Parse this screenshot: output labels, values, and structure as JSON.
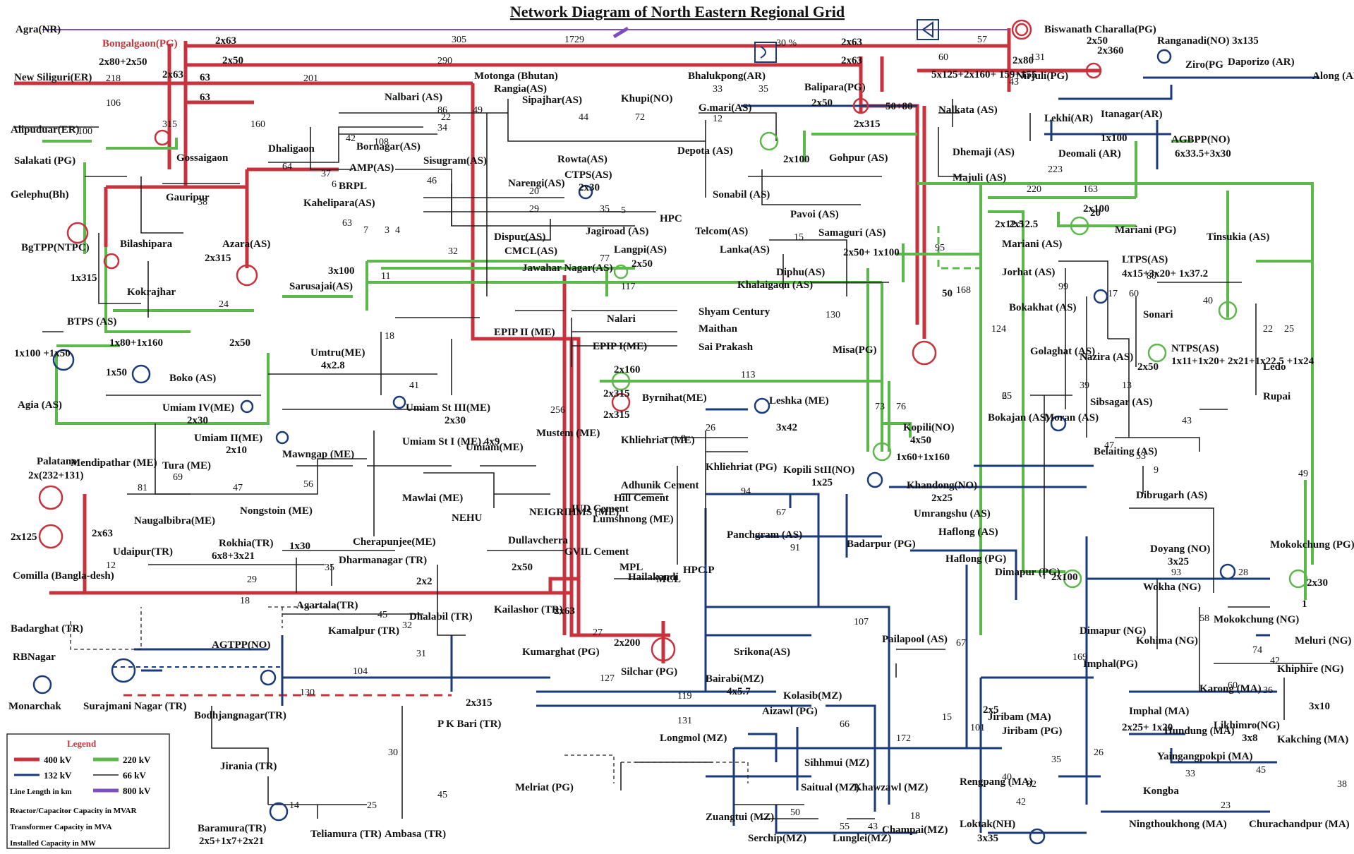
{
  "title": "Network Diagram of North Eastern Regional Grid",
  "colors": {
    "kv400": "#c8323c",
    "kv220": "#5cb84a",
    "kv132": "#1a3a7a",
    "kv66": "#222222",
    "kv800": "#7b4fc0"
  },
  "legend": {
    "heading": "Legend",
    "kv400": "400 kV",
    "kv220": "220 kV",
    "kv132": "132 kV",
    "kv66": "66 kV",
    "kv800": "800 kV",
    "notes": [
      "Line Length in km",
      "Reactor/Capacitor Capacity in MVAR",
      "Transformer Capacity in MVA",
      "Installed Capacity in MW"
    ]
  },
  "labels": {
    "agra": "Agra(NR)",
    "bongaigaon": "Bongalgaon(PG)",
    "bongaigaon_r": "2x80+2x50",
    "new_siliguri": "New Siliguri(ER)",
    "alipurduar": "Alipuduar(ER)",
    "salakati": "Salakati (PG)",
    "gelephu": "Gelephu(Bh)",
    "bgtpp": "BgTPP(NTPC)",
    "btps": "BTPS (AS)",
    "agia": "Agia (AS)",
    "palatana": "Palatana",
    "palatana_cap": "2x(232+131)",
    "comilla": "Comilla (Bangla-desh)",
    "badarghat": "Badarghat (TR)",
    "rbnagar": "RBNagar",
    "monarchak": "Monarchak",
    "surajmani": "Surajmani Nagar (TR)",
    "baramura": "Baramura(TR)",
    "baramura_cap": "2x5+1x7+2x21",
    "teliamura": "Teliamura (TR)",
    "ambasa": "Ambasa (TR)",
    "jirania": "Jirania (TR)",
    "bodhjang": "Bodhjangnagar(TR)",
    "agtpp": "AGTPP(NO)",
    "kamalpur": "Kamalpur (TR)",
    "agartala": "Agartala(TR)",
    "dhalabil": "Dhalabil (TR)",
    "rokhia": "Rokhia(TR)",
    "rokhia_cap": "6x8+3x21",
    "udaipur": "Udaipur(TR)",
    "dharmanagar": "Dharmanagar (TR)",
    "dullavcherra": "Dullavcherra",
    "kailashor": "Kailashor (TR)",
    "kumarghat": "Kumarghat (PG)",
    "pkbari": "P K Bari (TR)",
    "silchar": "Silchar (PG)",
    "hailakandi": "Hailakandi",
    "panchgram": "Panchgram (AS)",
    "badarpur": "Badarpur (PG)",
    "srikona": "Srikona(AS)",
    "bairabi": "Bairabi(MZ)",
    "bairabi_cap": "4x5.7",
    "kolasib": "Kolasib(MZ)",
    "aizawl": "Aizawl (PG)",
    "melriat": "Melriat (PG)",
    "longmol": "Longmol (MZ)",
    "sihhmui": "Sihhmui (MZ)",
    "saitual": "Saitual (MZ)",
    "khawzawl": "Khawzawl (MZ)",
    "zuangtui": "Zuangtui (MZ)",
    "serchip": "Serchip(MZ)",
    "lunglei": "Lunglei(MZ)",
    "champai": "Champai(MZ)",
    "jiribam_ma": "Jiribam (MA)",
    "jiribam_pg": "Jiribam (PG)",
    "rengpang": "Rengpang (MA)",
    "loktak": "Loktak(NH)",
    "loktak_cap": "3x35",
    "pailapool": "Pailapool (AS)",
    "dimapur_pg": "Dimapur (PG)",
    "dimapur_ng": "Dimapur (NG)",
    "imphal_pg": "Imphal(PG)",
    "imphal_ma": "Imphal (MA)",
    "hundung": "Hundung (MA)",
    "yaingangpokpi": "Yaingangpokpi (MA)",
    "kongba": "Kongba",
    "ningthoukhong": "Ningthoukhong (MA)",
    "churachandpur": "Churachandpur (MA)",
    "karong": "Karong (MA)",
    "kohima": "Kohima (NG)",
    "wokha": "Wokha (NG)",
    "doyang": "Doyang (NO)",
    "doyang_cap": "3x25",
    "mokokchung_ng": "Mokokchung (NG)",
    "mokokchung_pg": "Mokokchung (PG)",
    "meluri": "Meluri (NG)",
    "kiphire": "Khiphire (NG)",
    "likhimro": "Likhimro(NG)",
    "likhimro_cap": "3x8",
    "kakching": "Kakching (MA)",
    "haflong_as": "Haflong (AS)",
    "haflong_pg": "Haflong (PG)",
    "umrangshu": "Umrangshu (AS)",
    "khandong": "Khandong(NO)",
    "khandong_cap": "2x25",
    "kopili_st2": "Kopili StII(NO)",
    "kopili_st2_cap": "1x25",
    "kopili": "Kopili(NO)",
    "kopili_cap": "4x50",
    "leshka": "Leshka (ME)",
    "leshka_cap": "3x42",
    "khliehriat_pg": "Khliehriat (PG)",
    "khliehriat_me": "Khliehriat (ME)",
    "lumshnong": "Lumshnong (ME)",
    "mcl": "MCL",
    "hpcp": "HPC.P",
    "mpl": "MPL",
    "gvil": "GVIL Cement",
    "jud": "JUD Cement",
    "hill_cement": "Hill Cement",
    "adhunik": "Adhunik Cement",
    "byrnihat": "Byrnihat(ME)",
    "epip1": "EPIP I(ME)",
    "epip2": "EPIP II (ME)",
    "nalari": "Nalari",
    "shyam": "Shyam Century",
    "maithan": "Maithan",
    "sai": "Sai Prakash",
    "mustem": "Mustem (ME)",
    "neigrihms": "NEIGRIHMS (ME)",
    "nehu": "NEHU",
    "umiam": "Umiam(ME)",
    "mawlai": "Mawlai (ME)",
    "cherrapunjee": "Cherapunjee(ME)",
    "umiam_st1": "Umiam St I (ME) 4x9",
    "umiam_st3": "Umiam St III(ME)",
    "umiam_st3_cap": "2x30",
    "umiam_st4": "Umiam IV(ME)",
    "umiam_st4_cap": "2x30",
    "umiam_st2": "Umiam II(ME)",
    "umiam_st2_cap": "2x10",
    "umtru": "Umtru(ME)",
    "umtru_cap": "4x2.8",
    "mawngap": "Mawngap (ME)",
    "nongstoin": "Nongstoin (ME)",
    "mendipathar": "Mendipathar (ME)",
    "tura": "Tura (ME)",
    "nangalbibra": "Naugalbibra(ME)",
    "boko": "Boko (AS)",
    "kokrajhar": "Kokrajhar",
    "bilashipara": "Bilashipara",
    "gauripur": "Gauripur",
    "gossaigaon": "Gossaigaon",
    "dhaligaon": "Dhaligaon",
    "bornagar": "Bornagar(AS)",
    "amp": "AMP(AS)",
    "brpl": "BRPL",
    "nalbari": "Nalbari (AS)",
    "kahelipara": "Kahelipara(AS)",
    "azara": "Azara(AS)",
    "azara_cap": "2x315",
    "sarusajai": "Sarusajai(AS)",
    "jawahar": "Jawahar Nagar(AS)",
    "sisugram": "Sisugram(AS)",
    "rangia": "Rangia(AS)",
    "motonga": "Motonga (Bhutan)",
    "sipajhar": "Sipajhar(AS)",
    "rowta": "Rowta(AS)",
    "ctps": "CTPS(AS)",
    "ctps_cap": "2x30",
    "narengi": "Narengi(AS)",
    "dispur": "Dispur(AS)",
    "cmcl": "CMCL(AS)",
    "jagiroad": "Jagiroad (AS)",
    "hpc": "HPC",
    "langpi": "Langpi(AS)",
    "langpi_cap": "2x50",
    "depota": "Depota (AS)",
    "sonabil": "Sonabil (AS)",
    "gmari": "G.mari(AS)",
    "bhalukpong": "Bhalukpong(AR)",
    "khupi": "Khupi(NO)",
    "balipara": "Balipara(PG)",
    "gohpur": "Gohpur (AS)",
    "pavoi": "Pavoi (AS)",
    "telcom": "Telcom(AS)",
    "lanka": "Lanka(AS)",
    "samaguri": "Samaguri (AS)",
    "diphu": "Diphu(AS)",
    "khalaigaon": "Khalaigaon (AS)",
    "misa": "Misa(PG)",
    "nalkata": "Nalkata (AS)",
    "dhemaji": "Dhemaji (AS)",
    "majuli": "Majuli (AS)",
    "nirjuli": "Nirjuli(PG)",
    "lekhi": "Lekhi(AR)",
    "itanagar": "Itanagar(AR)",
    "ranganadi": "Ranganadi(NO) 3x135",
    "ziro": "Ziro(PG",
    "daporizo": "Daporizo (AR)",
    "along": "Along (AR)",
    "biswanath": "Biswanath Charalla(PG)",
    "deomali": "Deomali (AR)",
    "agbpp": "AGBPP(NO)",
    "agbpp_cap": "6x33.5+3x30",
    "mariani_pg": "Mariani (PG)",
    "mariani_as": "Mariani (AS)",
    "jorhat": "Jorhat (AS)",
    "bokakhat": "Bokakhat (AS)",
    "golaghat": "Golaghat (AS)",
    "nazira": "Nazira (AS)",
    "sibsagar": "Sibsagar (AS)",
    "sonari": "Sonari",
    "ltps": "LTPS(AS)",
    "ltps_cap": "4x15+3x20+ 1x37.2",
    "tinsukia": "Tinsukia (AS)",
    "ntps": "NTPS(AS)",
    "ntps_cap": "1x11+1x20+ 2x21+1x22.5 +1x24",
    "ledo": "Ledo",
    "rupai": "Rupai",
    "moran": "Moran (AS)",
    "bokajan": "Bokajan (AS)",
    "belaiting": "Belaiting (AS)",
    "dibrugarh": "Dibrugarh (AS)"
  },
  "line_labels": [
    "305",
    "1729",
    "290",
    "218",
    "201",
    "106",
    "100",
    "315",
    "160",
    "57",
    "131",
    "30 %",
    "60",
    "43",
    "49",
    "38",
    "44",
    "72",
    "33",
    "35",
    "12",
    "64",
    "108",
    "34",
    "86",
    "22",
    "42",
    "37",
    "6",
    "46",
    "20",
    "29",
    "35",
    "5",
    "4",
    "77",
    "32",
    "117",
    "24",
    "63",
    "7",
    "3",
    "11",
    "18",
    "15",
    "41",
    "256",
    "113",
    "73",
    "76",
    "26",
    "8",
    "94",
    "67",
    "91",
    "47",
    "56",
    "81",
    "69",
    "12",
    "29",
    "35",
    "18",
    "45",
    "32",
    "31",
    "104",
    "130",
    "8",
    "14",
    "25",
    "30",
    "45",
    "27",
    "127",
    "119",
    "131",
    "66",
    "172",
    "107",
    "67",
    "15",
    "101",
    "35",
    "26",
    "82",
    "40",
    "42",
    "55",
    "50",
    "43",
    "18",
    "93",
    "28",
    "58",
    "74",
    "60",
    "36",
    "42",
    "38",
    "23",
    "33",
    "45",
    "169",
    "223",
    "220",
    "163",
    "95",
    "168",
    "130",
    "124",
    "65",
    "25",
    "39",
    "47",
    "53",
    "43",
    "49",
    "22",
    "25",
    "40",
    "60",
    "17",
    "13",
    "80",
    "99",
    "9"
  ],
  "transformers": [
    "2x63",
    "2x50",
    "2x63",
    "63",
    "63",
    "2x360",
    "2x50",
    "2x63",
    "2x63",
    "2x80",
    "5x125+2x160+ 159+155",
    "50+80",
    "2x50",
    "2x315",
    "2x100",
    "1x100",
    "3x100",
    "2x12.5",
    "2x50+ 1x100",
    "2x100",
    "1x315",
    "1x80+1x160",
    "2x50",
    "1x100 +1x50",
    "1x50",
    "2x160",
    "2x315",
    "2x315",
    "1x60+1x160",
    "2x125",
    "2x63",
    "1x30",
    "2x200",
    "2x315",
    "2x50",
    "2x2",
    "2x63",
    "2x5",
    "2x100",
    "2x30",
    "3x10",
    "2x25+ 1x20",
    "2x12.5",
    "2x50",
    "50",
    "20",
    "1"
  ]
}
